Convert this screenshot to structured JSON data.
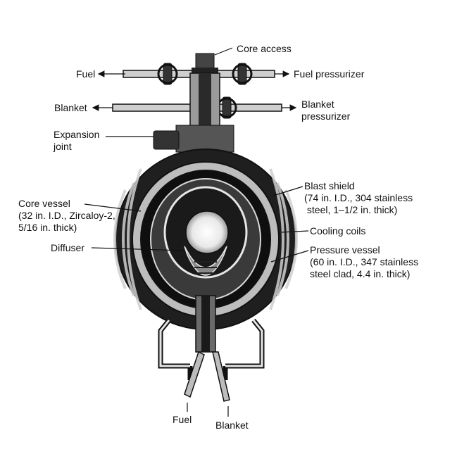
{
  "labels": {
    "core_access": "Core access",
    "fuel_top": "Fuel",
    "fuel_pressurizer": "Fuel pressurizer",
    "blanket_left": "Blanket",
    "blanket_pressurizer": "Blanket\npressurizer",
    "expansion_joint": "Expansion\njoint",
    "blast_shield": "Blast shield\n(74 in. I.D., 304 stainless\n steel, 1–1/2 in. thick)",
    "core_vessel": "Core vessel\n(32 in. I.D., Zircaloy-2,\n5/16 in. thick)",
    "cooling_coils": "Cooling coils",
    "diffuser": "Diffuser",
    "pressure_vessel": "Pressure vessel\n(60 in. I.D., 347 stainless\nsteel clad, 4.4 in. thick)",
    "fuel_bottom": "Fuel",
    "blanket_bottom": "Blanket"
  },
  "colors": {
    "ink": "#111111",
    "dark_fill": "#1a1a1a",
    "mid_fill": "#6a6a6a",
    "light_fill": "#d8d8d8",
    "core_highlight": "#f4f4f4"
  }
}
